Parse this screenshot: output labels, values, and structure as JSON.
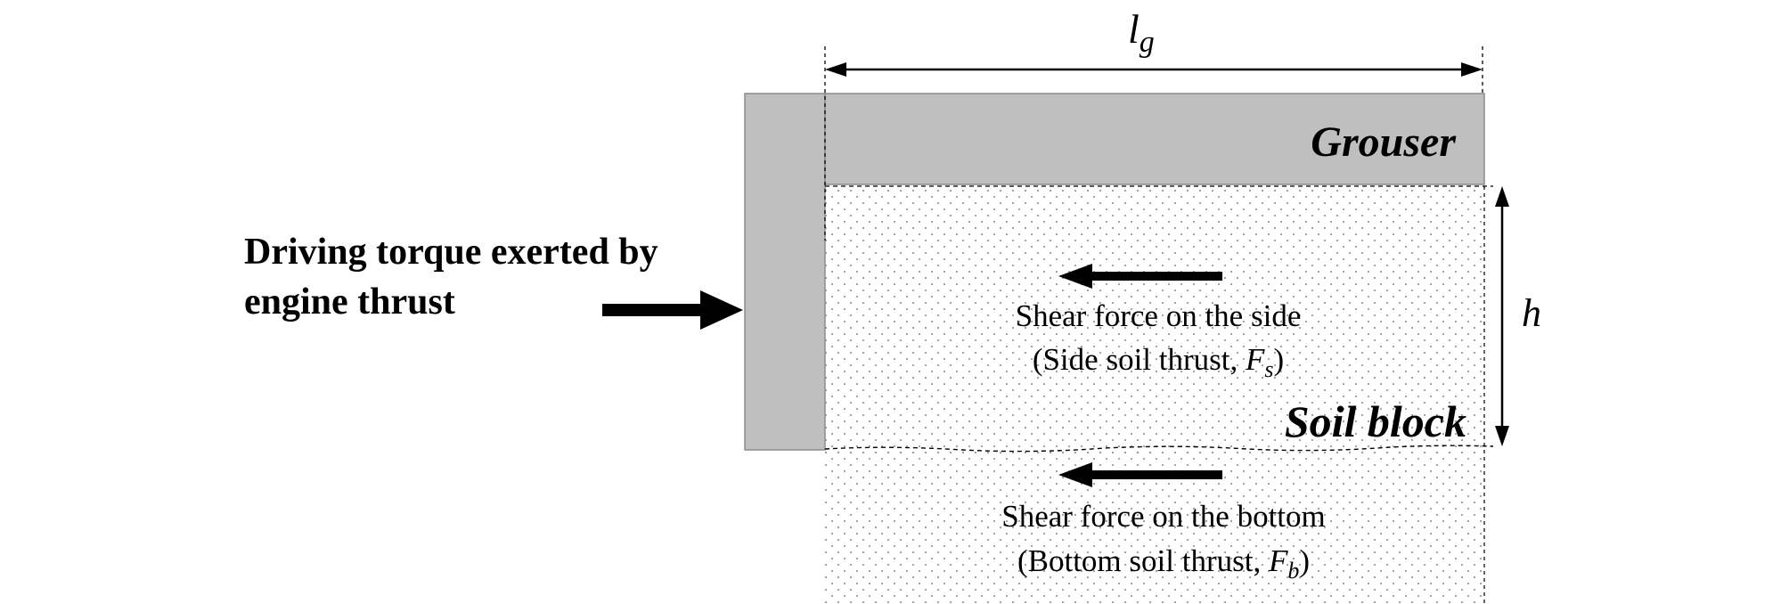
{
  "labels": {
    "length_symbol": "l",
    "length_subscript": "g",
    "height_symbol": "h",
    "grouser": "Grouser",
    "soil_block": "Soil block",
    "driving_line1": "Driving torque exerted by",
    "driving_line2": "engine thrust",
    "side_line1": "Shear force on the side",
    "side_line2_prefix": "(Side soil thrust, ",
    "side_force_symbol": "F",
    "side_force_subscript": "s",
    "side_line2_suffix": ")",
    "bottom_line1": "Shear force on the bottom",
    "bottom_line2_prefix": "(Bottom soil thrust, ",
    "bottom_force_symbol": "F",
    "bottom_force_subscript": "b",
    "bottom_line2_suffix": ")"
  },
  "colors": {
    "plate_fill": "#bfbfbf",
    "plate_stroke": "#8c8c8c",
    "soil_dot": "#9a9a9a",
    "ink": "#000000"
  }
}
